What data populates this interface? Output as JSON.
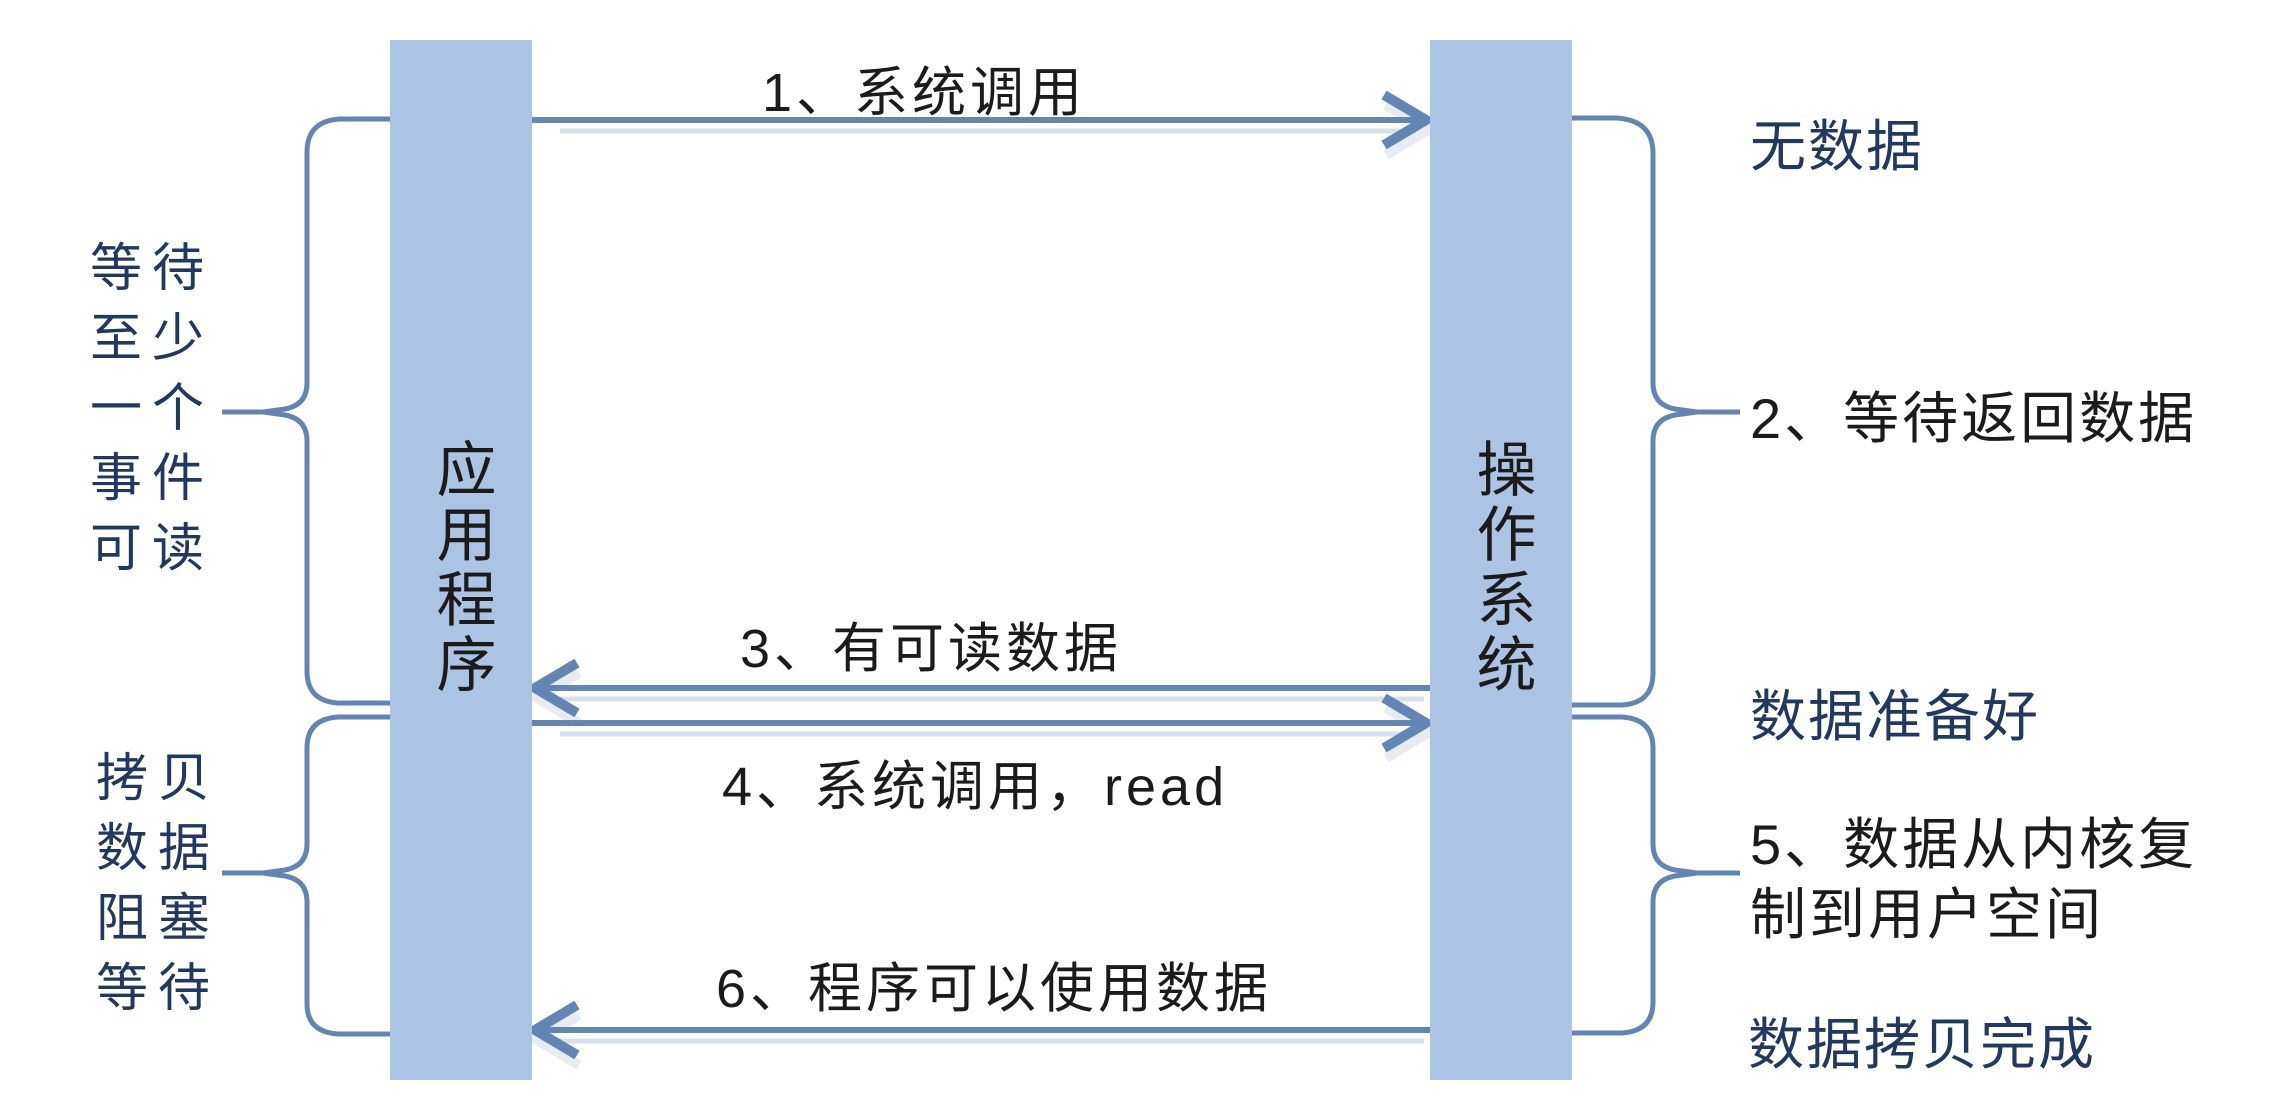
{
  "colors": {
    "bar_fill": "#abc4e4",
    "line": "#6285b4",
    "line_shadow": "#cfd9e6",
    "ink": "#1b1b1b",
    "navy": "#21395f",
    "bg": "#ffffff"
  },
  "lifelines": {
    "app": {
      "label": "应用程序"
    },
    "os": {
      "label": "操作系统"
    }
  },
  "messages": {
    "step1": {
      "label": "1、系统调用",
      "direction": "right",
      "from": "app",
      "to": "os"
    },
    "step3": {
      "label": "3、有可读数据",
      "direction": "left",
      "from": "os",
      "to": "app"
    },
    "step4": {
      "label": "4、系统调用，read",
      "direction": "right",
      "from": "app",
      "to": "os"
    },
    "step6": {
      "label": "6、程序可以使用数据",
      "direction": "left",
      "from": "os",
      "to": "app"
    }
  },
  "annotations": {
    "app_wait": {
      "label": "等待\n至少\n一个\n事件\n可读",
      "side": "left"
    },
    "app_copy": {
      "label": "拷贝\n数据\n阻塞\n等待",
      "side": "left"
    },
    "os_no_data": {
      "label": "无数据",
      "side": "right"
    },
    "step2": {
      "label": "2、等待返回数据",
      "side": "right"
    },
    "os_data_ready": {
      "label": "数据准备好",
      "side": "right"
    },
    "step5": {
      "label": "5、数据从内核复\n制到用户空间",
      "side": "right"
    },
    "os_copy_done": {
      "label": "数据拷贝完成",
      "side": "right"
    }
  }
}
